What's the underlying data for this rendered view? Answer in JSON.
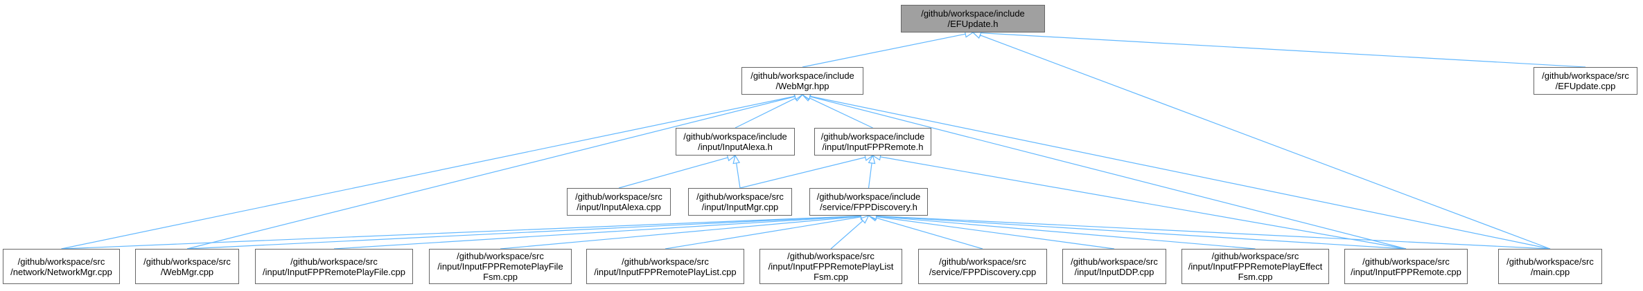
{
  "colors": {
    "edge": "#63b8ff",
    "root_fill": "#a0a0a0",
    "node_border": "#666666"
  },
  "nodes": {
    "efupdate_h": {
      "lines": [
        "/github/workspace/include",
        "/EFUpdate.h"
      ]
    },
    "webmgr_hpp": {
      "lines": [
        "/github/workspace/include",
        "/WebMgr.hpp"
      ]
    },
    "efupdate_cpp": {
      "lines": [
        "/github/workspace/src",
        "/EFUpdate.cpp"
      ]
    },
    "inputalexa_h": {
      "lines": [
        "/github/workspace/include",
        "/input/InputAlexa.h"
      ]
    },
    "inputfppremote_h": {
      "lines": [
        "/github/workspace/include",
        "/input/InputFPPRemote.h"
      ]
    },
    "inputalexa_cpp": {
      "lines": [
        "/github/workspace/src",
        "/input/InputAlexa.cpp"
      ]
    },
    "inputmgr_cpp": {
      "lines": [
        "/github/workspace/src",
        "/input/InputMgr.cpp"
      ]
    },
    "fppdiscovery_h": {
      "lines": [
        "/github/workspace/include",
        "/service/FPPDiscovery.h"
      ]
    },
    "networkmgr_cpp": {
      "lines": [
        "/github/workspace/src",
        "/network/NetworkMgr.cpp"
      ]
    },
    "webmgr_cpp": {
      "lines": [
        "/github/workspace/src",
        "/WebMgr.cpp"
      ]
    },
    "playfile_cpp": {
      "lines": [
        "/github/workspace/src",
        "/input/InputFPPRemotePlayFile.cpp"
      ]
    },
    "playfilefsm_cpp": {
      "lines": [
        "/github/workspace/src",
        "/input/InputFPPRemotePlayFile",
        "Fsm.cpp"
      ]
    },
    "playlist_cpp": {
      "lines": [
        "/github/workspace/src",
        "/input/InputFPPRemotePlayList.cpp"
      ]
    },
    "playlistfsm_cpp": {
      "lines": [
        "/github/workspace/src",
        "/input/InputFPPRemotePlayList",
        "Fsm.cpp"
      ]
    },
    "fppdiscovery_cpp": {
      "lines": [
        "/github/workspace/src",
        "/service/FPPDiscovery.cpp"
      ]
    },
    "inputddp_cpp": {
      "lines": [
        "/github/workspace/src",
        "/input/InputDDP.cpp"
      ]
    },
    "playeffectfsm_cpp": {
      "lines": [
        "/github/workspace/src",
        "/input/InputFPPRemotePlayEffect",
        "Fsm.cpp"
      ]
    },
    "inputfppremote_cpp": {
      "lines": [
        "/github/workspace/src",
        "/input/InputFPPRemote.cpp"
      ]
    },
    "main_cpp": {
      "lines": [
        "/github/workspace/src",
        "/main.cpp"
      ]
    }
  },
  "edges": [
    [
      "webmgr_hpp",
      "efupdate_h"
    ],
    [
      "efupdate_cpp",
      "efupdate_h"
    ],
    [
      "main_cpp",
      "efupdate_h"
    ],
    [
      "inputalexa_h",
      "webmgr_hpp"
    ],
    [
      "inputfppremote_h",
      "webmgr_hpp"
    ],
    [
      "networkmgr_cpp",
      "webmgr_hpp"
    ],
    [
      "webmgr_cpp",
      "webmgr_hpp"
    ],
    [
      "inputfppremote_cpp",
      "webmgr_hpp"
    ],
    [
      "main_cpp",
      "webmgr_hpp"
    ],
    [
      "inputalexa_cpp",
      "inputalexa_h"
    ],
    [
      "inputmgr_cpp",
      "inputalexa_h"
    ],
    [
      "inputmgr_cpp",
      "inputfppremote_h"
    ],
    [
      "fppdiscovery_h",
      "inputfppremote_h"
    ],
    [
      "inputfppremote_cpp",
      "inputfppremote_h"
    ],
    [
      "networkmgr_cpp",
      "fppdiscovery_h"
    ],
    [
      "webmgr_cpp",
      "fppdiscovery_h"
    ],
    [
      "playfile_cpp",
      "fppdiscovery_h"
    ],
    [
      "playfilefsm_cpp",
      "fppdiscovery_h"
    ],
    [
      "playlist_cpp",
      "fppdiscovery_h"
    ],
    [
      "playlistfsm_cpp",
      "fppdiscovery_h"
    ],
    [
      "fppdiscovery_cpp",
      "fppdiscovery_h"
    ],
    [
      "inputddp_cpp",
      "fppdiscovery_h"
    ],
    [
      "playeffectfsm_cpp",
      "fppdiscovery_h"
    ],
    [
      "inputfppremote_cpp",
      "fppdiscovery_h"
    ],
    [
      "main_cpp",
      "fppdiscovery_h"
    ]
  ]
}
